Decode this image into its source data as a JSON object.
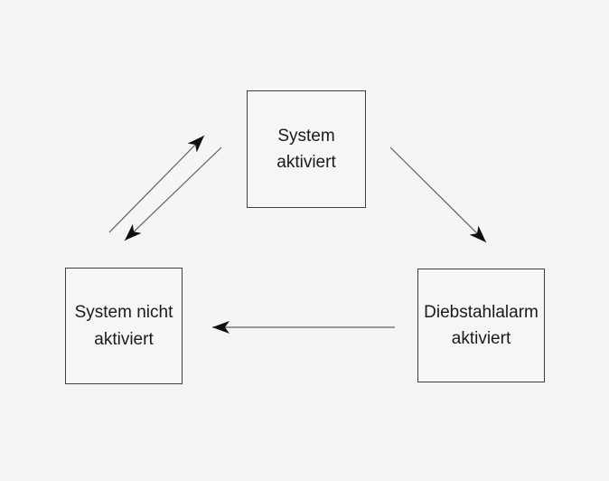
{
  "diagram": {
    "nodes": [
      {
        "id": "system-aktiviert",
        "label": "System aktiviert"
      },
      {
        "id": "system-nicht-aktiviert",
        "label": "System nicht aktiviert"
      },
      {
        "id": "diebstahlalarm-aktiviert",
        "label": "Diebstahlalarm aktiviert"
      }
    ],
    "edges": [
      {
        "from": "System nicht aktiviert",
        "to": "System aktiviert"
      },
      {
        "from": "System aktiviert",
        "to": "System nicht aktiviert"
      },
      {
        "from": "System aktiviert",
        "to": "Diebstahlalarm aktiviert"
      },
      {
        "from": "Diebstahlalarm aktiviert",
        "to": "System nicht aktiviert"
      }
    ]
  },
  "colors": {
    "background": "#f4f5f4",
    "node_border": "#3f3f3f",
    "node_fill": "#f5f6f5",
    "text": "#1a1a1a",
    "arrow_shaft_diagonal": "#5f5f5f",
    "arrow_shaft_horizontal": "#8a8a8a",
    "arrow_head": "#101010"
  }
}
